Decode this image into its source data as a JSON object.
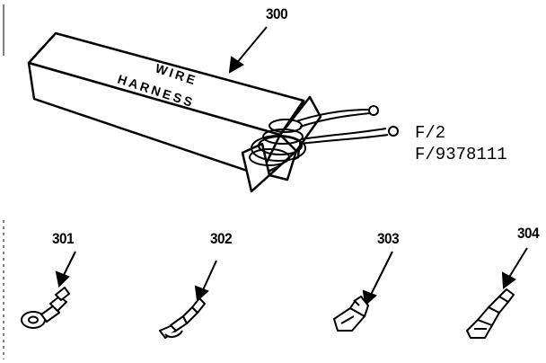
{
  "callouts": {
    "box": "300",
    "part1": "301",
    "part2": "302",
    "part3": "303",
    "part4": "304"
  },
  "box_label": {
    "line1": "WIRE",
    "line2": "HARNESS"
  },
  "reference": {
    "line1": "F/2",
    "line2": "F/9378111"
  }
}
